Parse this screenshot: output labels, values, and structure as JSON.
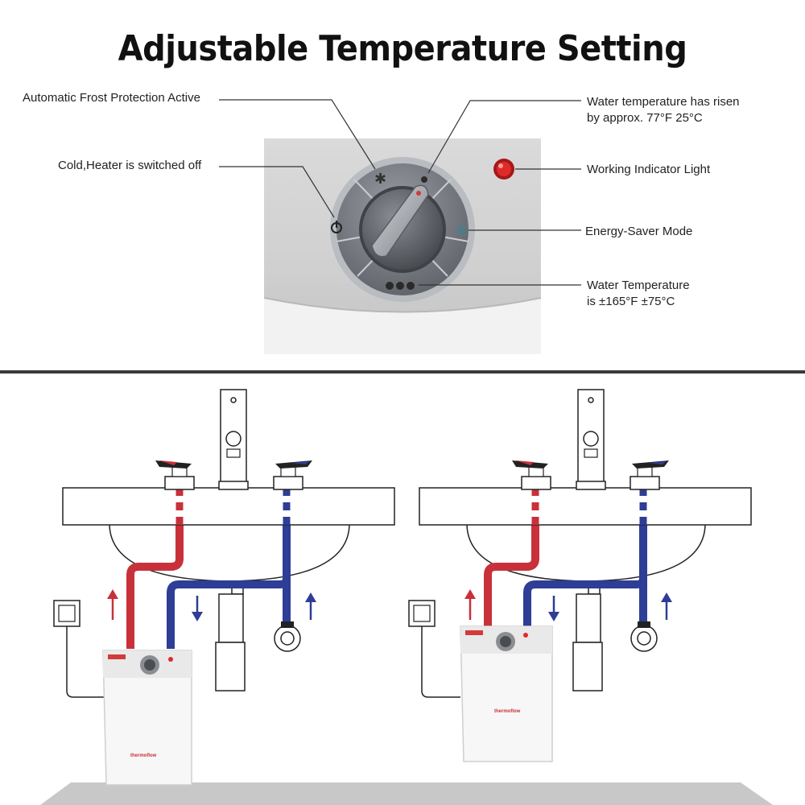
{
  "title": "Adjustable Temperature Setting",
  "labels": {
    "frost": "Automatic Frost Protection Active",
    "cold": "Cold,Heater is switched off",
    "risen_line1": "Water temperature has risen",
    "risen_line2": "by approx. 77°F  25°C",
    "working": "Working Indicator Light",
    "energy": "Energy-Saver Mode",
    "water_line1": "Water Temperature",
    "water_line2": "is ±165°F  ±75°C"
  },
  "heater_brand": "thermoflow",
  "colors": {
    "hot_pipe": "#c8313a",
    "cold_pipe": "#2e3d96",
    "indicator": "#e02a2a",
    "energy_e": "#2a8a9a"
  }
}
